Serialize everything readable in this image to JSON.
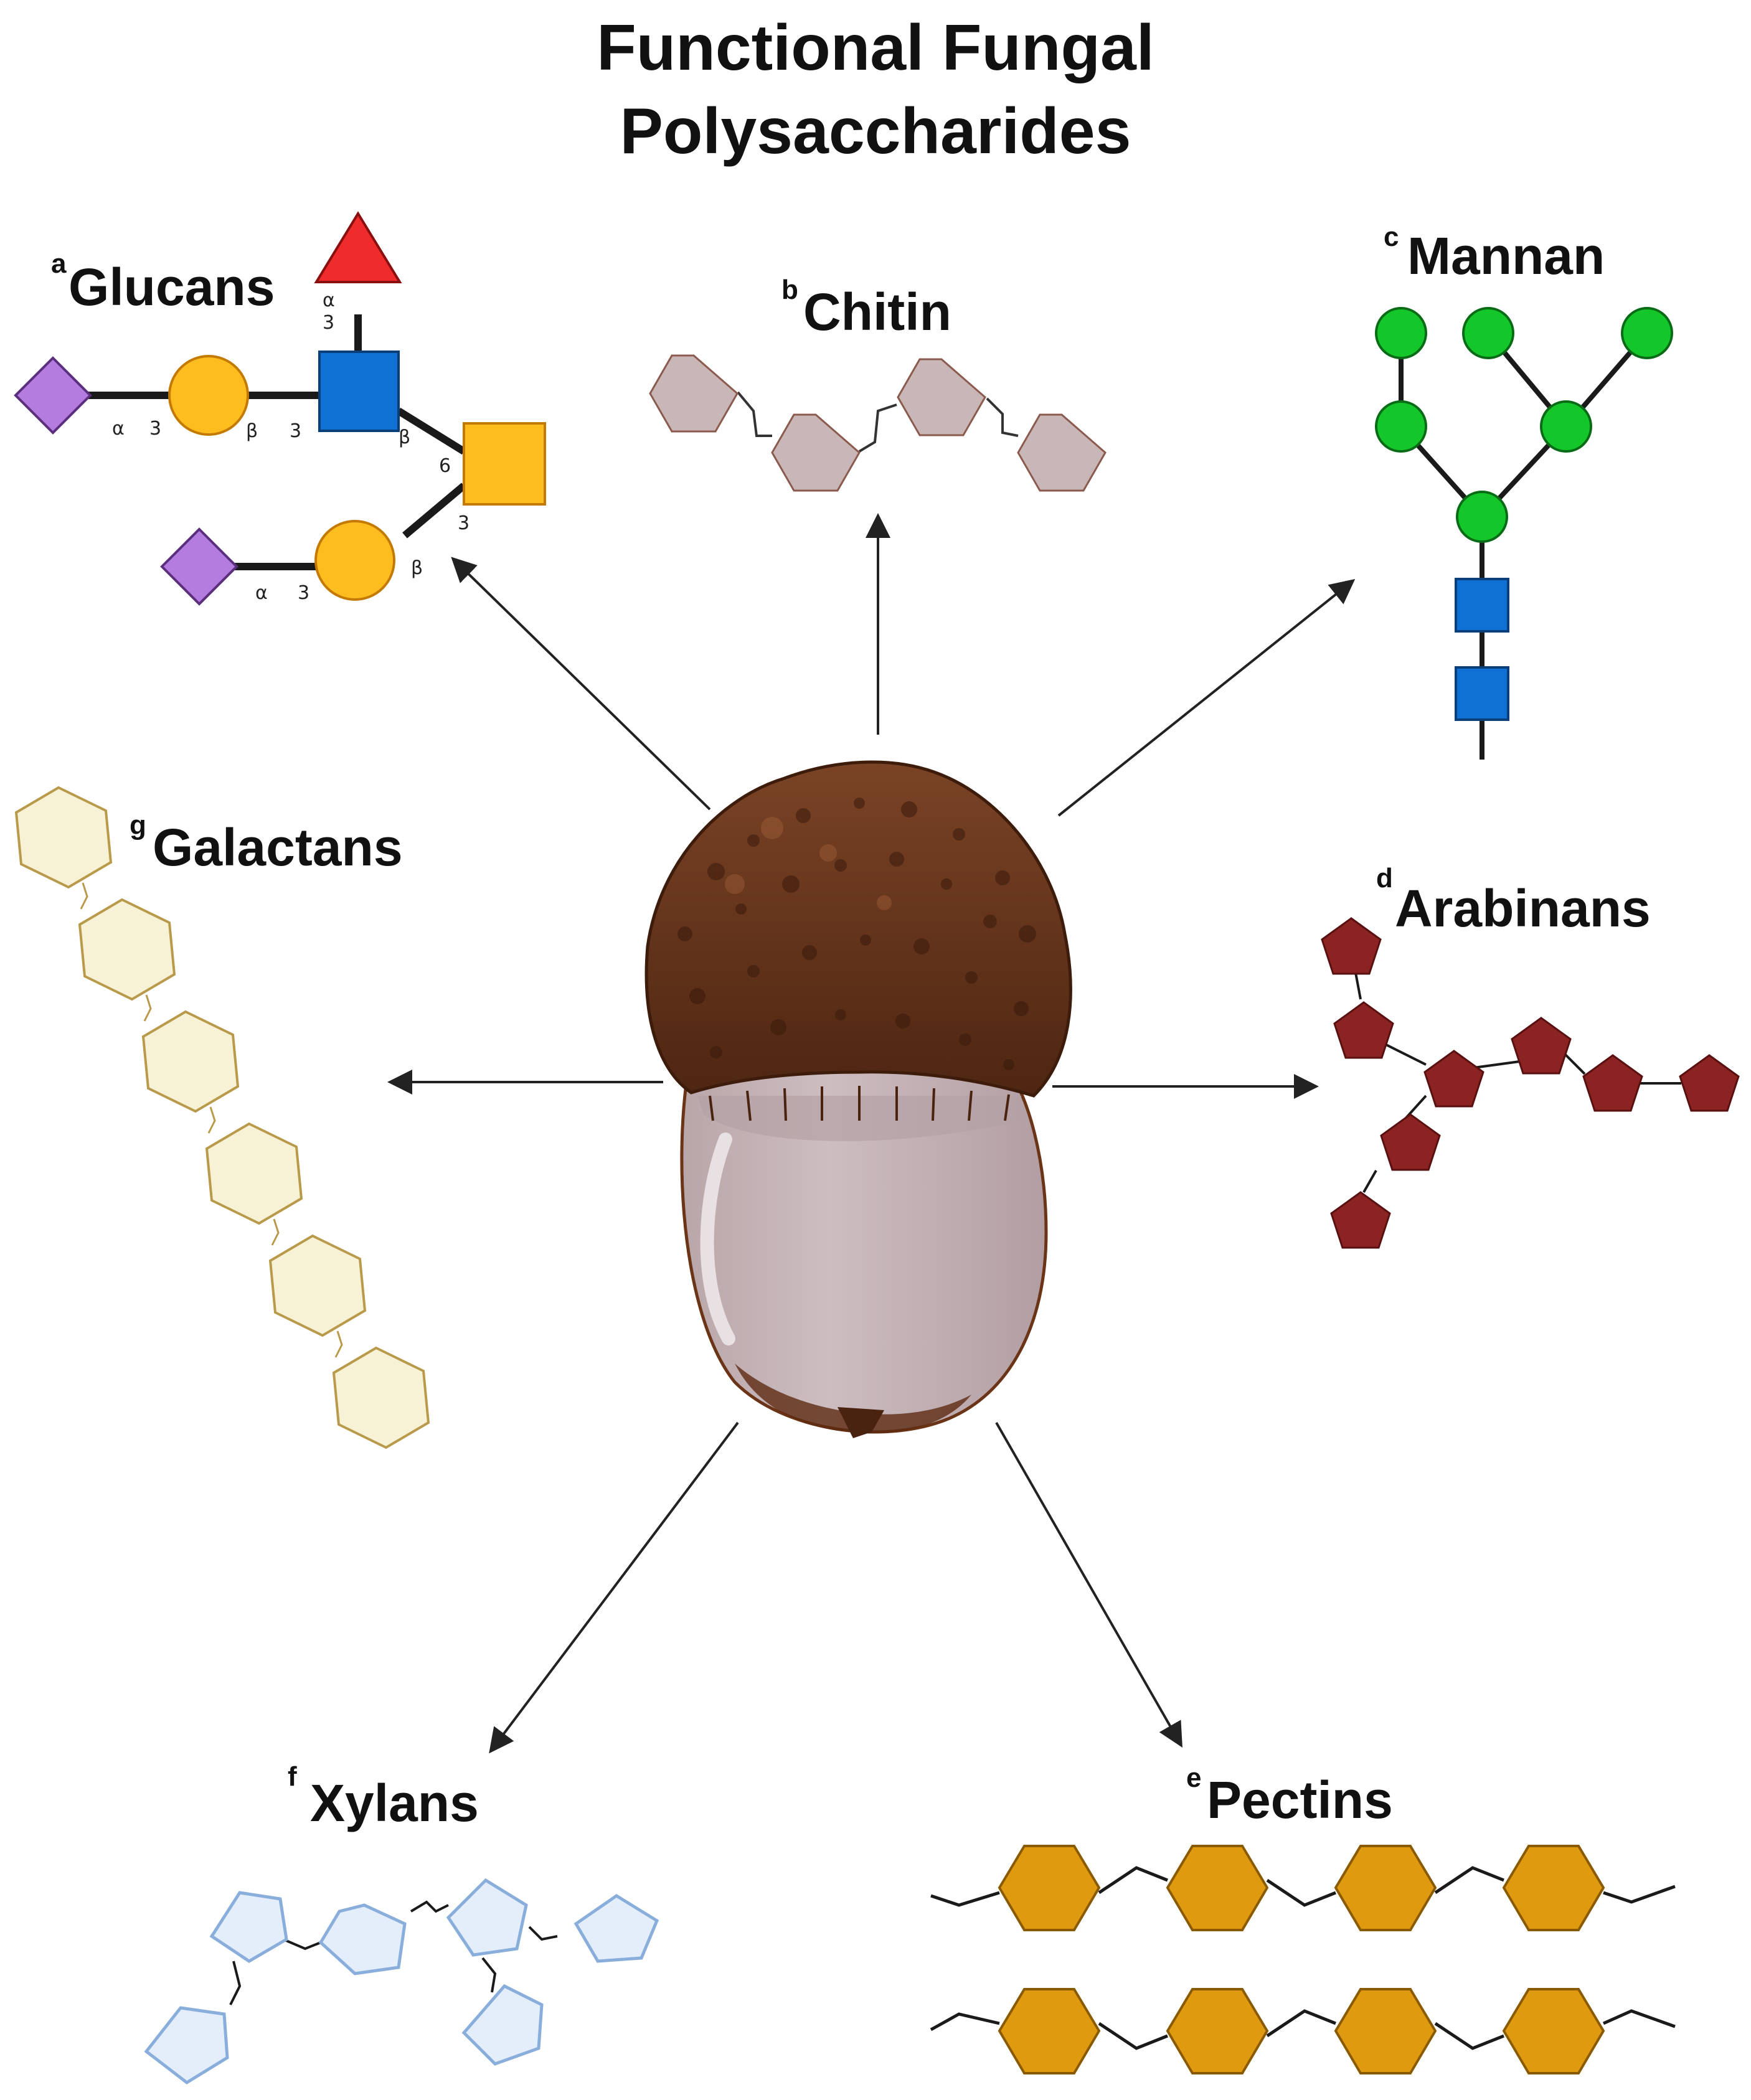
{
  "title": {
    "line1": "Functional Fungal",
    "line2": "Polysaccharides"
  },
  "labels": {
    "glucans": {
      "sup": "a",
      "name": "Glucans"
    },
    "chitin": {
      "sup": "b",
      "name": "Chitin"
    },
    "mannan": {
      "sup": "c",
      "name": "Mannan"
    },
    "arabinans": {
      "sup": "d",
      "name": "Arabinans"
    },
    "pectins": {
      "sup": "e",
      "name": "Pectins"
    },
    "xylans": {
      "sup": "f",
      "name": "Xylans"
    },
    "galactans": {
      "sup": "g",
      "name": "Galactans"
    }
  },
  "glucan_linkages": {
    "alpha": "α",
    "beta": "β",
    "three": "3",
    "six": "6"
  },
  "colors": {
    "glucan_diamond": "#b57ce0",
    "glucan_circle": "#fdbd1f",
    "glucan_blue_square": "#0f71d3",
    "glucan_yellow_square": "#fdbd1f",
    "glucan_triangle": "#ef2b2b",
    "chitin_hexagon": "#c9b6b7",
    "mannan_circle": "#13c72b",
    "mannan_square": "#0f71d3",
    "arabinan_pentagon": "#8b2323",
    "pectin_hexagon": "#e09a10",
    "xylan_pentagon": "#e4eefb",
    "galactan_hexagon": "#f7f2d6",
    "mushroom_cap": "#6e3a1e",
    "mushroom_stem": "#c8b6b8"
  },
  "icons": {
    "center": "mushroom-icon"
  }
}
